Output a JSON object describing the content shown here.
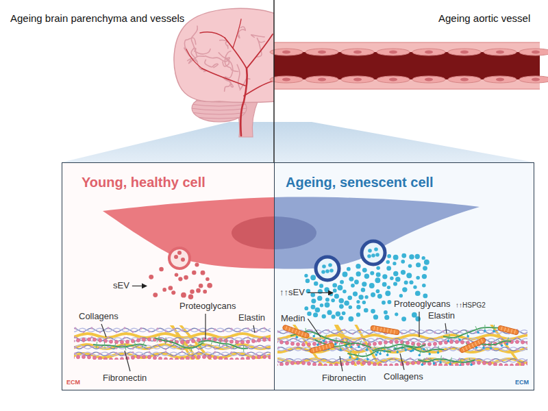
{
  "diagram": {
    "nodes": [
      {
        "text": [
          "Young, healthy cell"
        ]
      },
      {
        "text": [
          "Ageing, senescent cell"
        ]
      }
    ],
    "labels": [
      "Ageing brain parenchyma and vessels",
      "Ageing aortic vessel",
      "sEV",
      "Proteoglycans",
      "Elastin",
      "Collagens",
      "Fibronectin",
      "ECM",
      "↑↑sEV",
      "Proteoglycans",
      "↑↑HSPG2",
      "Elastin",
      "Medin",
      "Collagens",
      "Fibronectin",
      "ECM"
    ]
  }
}
